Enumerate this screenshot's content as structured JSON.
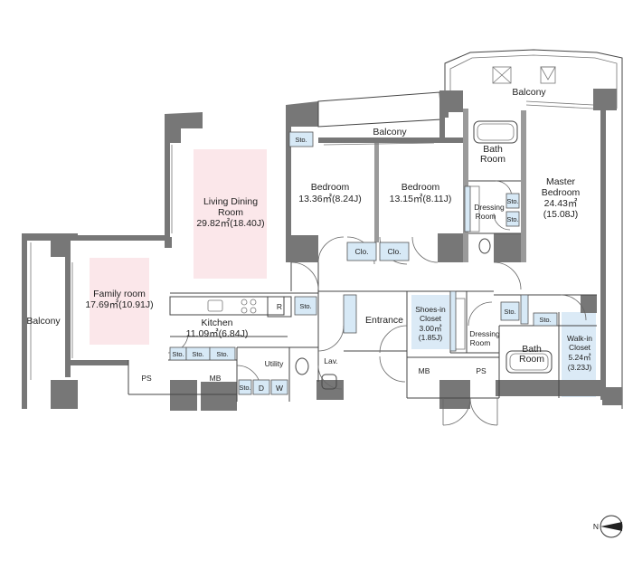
{
  "rooms": {
    "balcony_top": "Balcony",
    "balcony_mid": "Balcony",
    "balcony_left": "Balcony",
    "living": {
      "name1": "Living Dining",
      "name2": "Room",
      "area": "29.82㎡(18.40J)"
    },
    "family": {
      "name": "Family room",
      "area": "17.69㎡(10.91J)"
    },
    "kitchen": {
      "name": "Kitchen",
      "area": "11.09㎡(6.84J)"
    },
    "bedroom1": {
      "name": "Bedroom",
      "area": "13.36㎡(8.24J)"
    },
    "bedroom2": {
      "name": "Bedroom",
      "area": "13.15㎡(8.11J)"
    },
    "master": {
      "name1": "Master",
      "name2": "Bedroom",
      "area1": "24.43㎡",
      "area2": "(15.08J)"
    },
    "bath1": {
      "name1": "Bath",
      "name2": "Room"
    },
    "bath2": {
      "name1": "Bath",
      "name2": "Room"
    },
    "dressing1": {
      "name1": "Dressing",
      "name2": "Room"
    },
    "dressing2": {
      "name1": "Dressing",
      "name2": "Room"
    },
    "shoes": {
      "name1": "Shoes-in",
      "name2": "Closet",
      "area1": "3.00㎡",
      "area2": "(1.85J)"
    },
    "walkin": {
      "name1": "Walk-in",
      "name2": "Closet",
      "area1": "5.24㎡",
      "area2": "(3.23J)"
    },
    "entrance": "Entrance",
    "utility": "Utility",
    "lav": "Lav.",
    "ps_left": "PS",
    "mb_left": "MB",
    "ps_right": "PS",
    "mb_right": "MB",
    "d": "D",
    "w": "W",
    "r": "R",
    "clo1": "Clo.",
    "clo2": "Clo.",
    "sto_bed": "Sto.",
    "sto_kit": "Sto.",
    "sto_k1": "Sto.",
    "sto_k2": "Sto.",
    "sto_k3": "Sto.",
    "sto_util": "Sto.",
    "sto_bath1": "Sto.",
    "sto_bath2": "Sto.",
    "sto_m1": "Sto.",
    "sto_m2": "Sto."
  },
  "compass": {
    "label": "N"
  }
}
